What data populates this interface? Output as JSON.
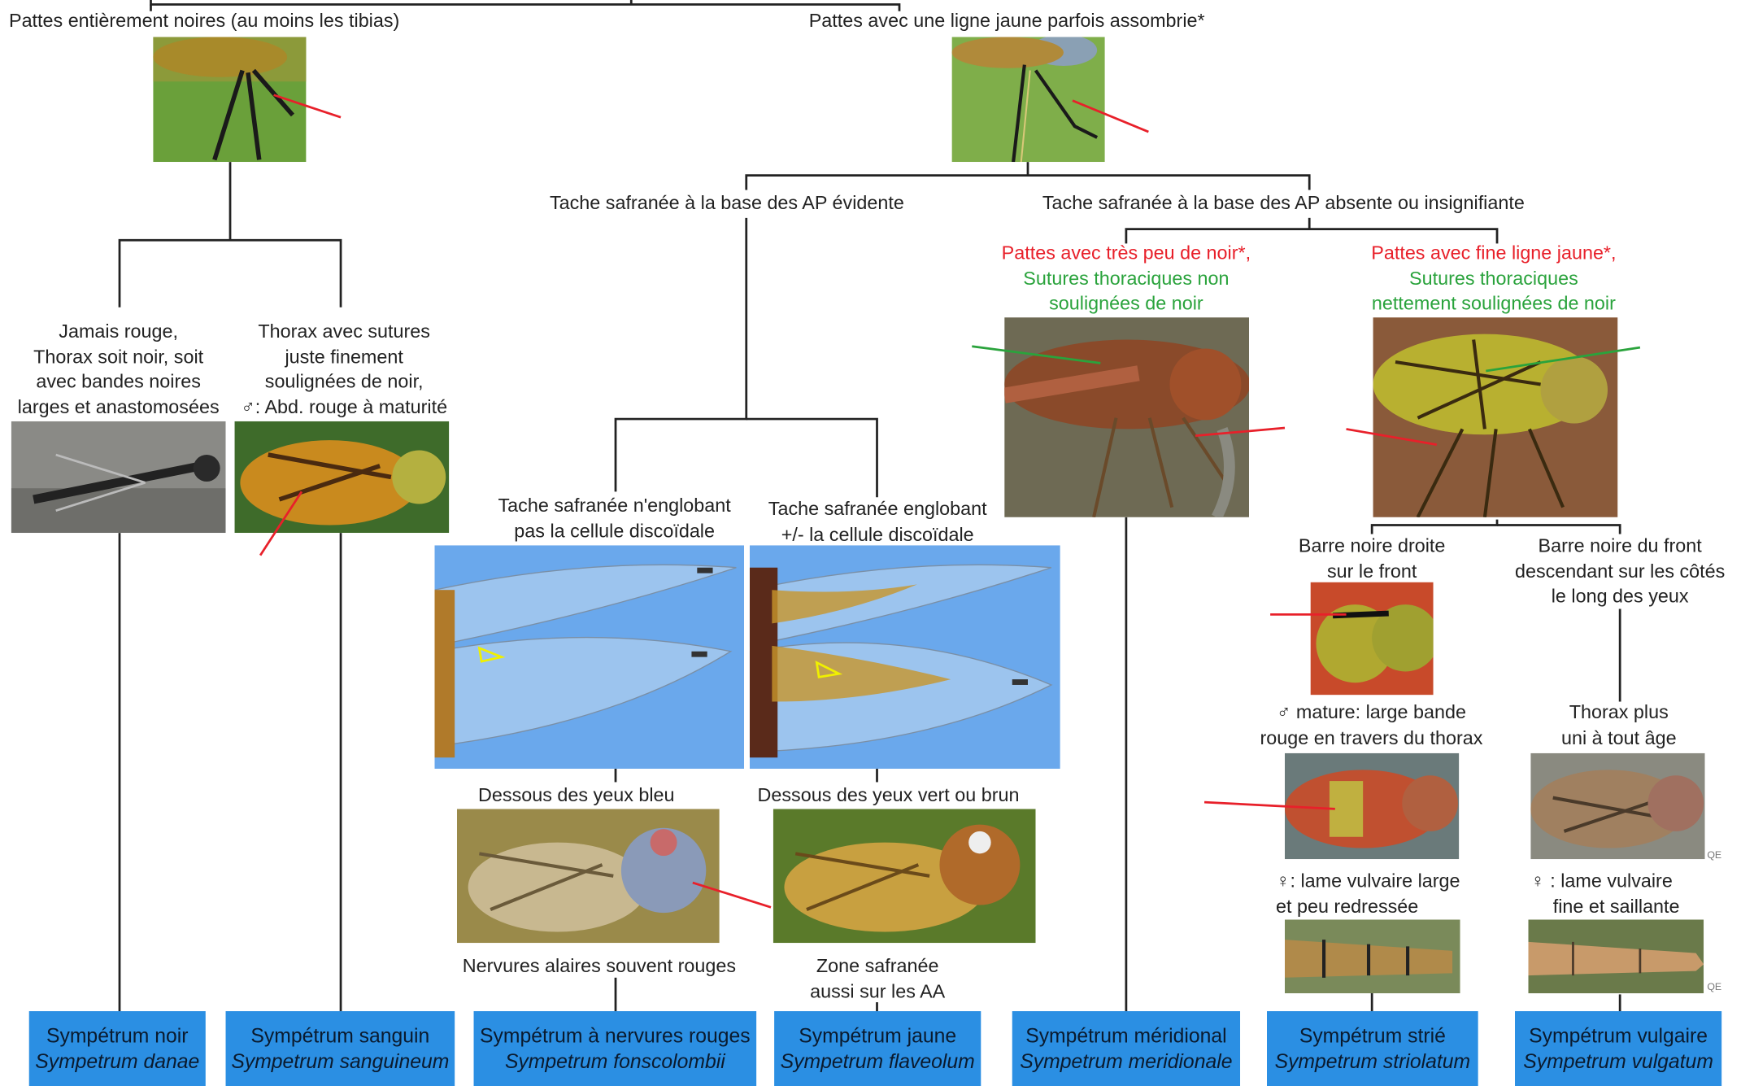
{
  "colors": {
    "species_box": "#2b8fe3",
    "red_text": "#e8202a",
    "green_text": "#2aa33c",
    "pointer_red": "#e8202a",
    "pointer_green": "#2aa33c",
    "lines": "#222222"
  },
  "level1": {
    "left": "Pattes entièrement noires (au moins les tibias)",
    "right": "Pattes avec une ligne jaune parfois assombrie*"
  },
  "danae_branch": {
    "left": [
      "Jamais rouge,",
      "Thorax soit noir, soit",
      "avec bandes noires",
      "larges et anastomosées"
    ],
    "right": [
      "Thorax avec sutures",
      "juste finement",
      "soulignées de noir,",
      "♂: Abd. rouge à maturité"
    ]
  },
  "tache": {
    "evident": "Tache safranée à la base des AP évidente",
    "absent": "Tache safranée à la base des AP absente ou insignifiante"
  },
  "discoidal": {
    "not_including": [
      "Tache safranée n'englobant",
      "pas la cellule discoïdale"
    ],
    "including": [
      "Tache safranée englobant",
      "+/- la cellule discoïdale"
    ]
  },
  "eyes": {
    "blue": "Dessous des yeux bleu",
    "green_brown": "Dessous des yeux vert ou brun",
    "red_veins": "Nervures alaires souvent rouges",
    "saffron_zone": [
      "Zone safranée",
      "aussi sur les AA"
    ]
  },
  "meridional": {
    "red": "Pattes avec très peu de noir*,",
    "green": [
      "Sutures thoraciques non",
      "soulignées de noir"
    ]
  },
  "striolatum_vulgatum": {
    "red": "Pattes avec fine ligne jaune*,",
    "green": [
      "Sutures thoraciques",
      "nettement soulignées de noir"
    ]
  },
  "front": {
    "straight": [
      "Barre noire droite",
      "sur le front"
    ],
    "descending": [
      "Barre noire du front",
      "descendant sur les côtés",
      "le long des yeux"
    ]
  },
  "mature": {
    "striolatum": [
      "♂ mature: large bande",
      "rouge en travers du thorax"
    ],
    "vulgatum": [
      "Thorax plus",
      "uni à tout âge"
    ]
  },
  "female": {
    "striolatum": [
      "♀: lame vulvaire large",
      "et peu redressée"
    ],
    "vulgatum": [
      "♀ : lame vulvaire",
      "fine et saillante"
    ]
  },
  "watermark": "QE",
  "species": [
    {
      "common": "Sympétrum noir",
      "latin": "Sympetrum danae"
    },
    {
      "common": "Sympétrum sanguin",
      "latin": "Sympetrum sanguineum"
    },
    {
      "common": "Sympétrum à nervures rouges",
      "latin": "Sympetrum fonscolombii"
    },
    {
      "common": "Sympétrum jaune",
      "latin": "Sympetrum flaveolum"
    },
    {
      "common": "Sympétrum méridional",
      "latin": "Sympetrum meridionale"
    },
    {
      "common": "Sympétrum strié",
      "latin": "Sympetrum striolatum"
    },
    {
      "common": "Sympétrum vulgaire",
      "latin": "Sympetrum vulgatum"
    }
  ]
}
